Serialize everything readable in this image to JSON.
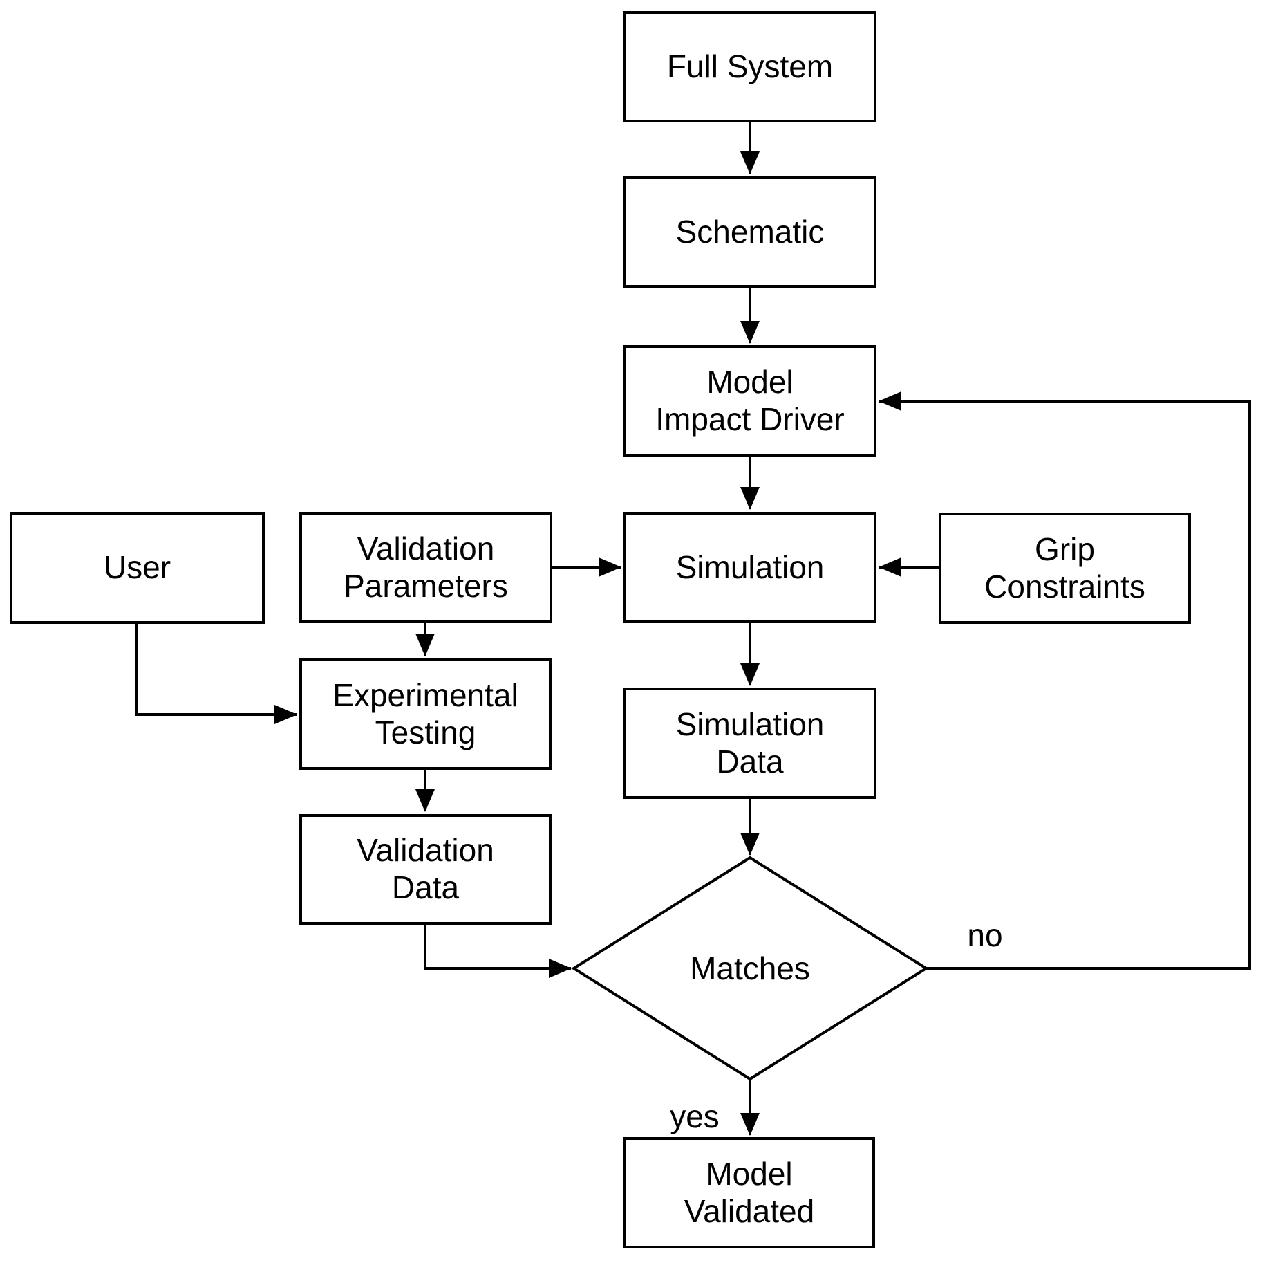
{
  "diagram": {
    "type": "flowchart",
    "background_color": "#ffffff",
    "stroke_color": "#000000",
    "node_fill_color": "#ffffff",
    "nodes": {
      "full_system": {
        "label": "Full System",
        "shape": "rectangle"
      },
      "schematic": {
        "label": "Schematic",
        "shape": "rectangle"
      },
      "model_impact_driver": {
        "label": "Model\nImpact Driver",
        "shape": "rectangle"
      },
      "validation_parameters": {
        "label": "Validation\nParameters",
        "shape": "rectangle"
      },
      "simulation": {
        "label": "Simulation",
        "shape": "rectangle"
      },
      "grip_constraints": {
        "label": "Grip\nConstraints",
        "shape": "rectangle"
      },
      "user": {
        "label": "User",
        "shape": "rectangle"
      },
      "experimental_testing": {
        "label": "Experimental\nTesting",
        "shape": "rectangle"
      },
      "simulation_data": {
        "label": "Simulation\nData",
        "shape": "rectangle"
      },
      "validation_data": {
        "label": "Validation\nData",
        "shape": "rectangle"
      },
      "matches": {
        "label": "Matches",
        "shape": "diamond"
      },
      "model_validated": {
        "label": "Model\nValidated",
        "shape": "rectangle"
      }
    },
    "edges": [
      {
        "from": "full_system",
        "to": "schematic",
        "label": ""
      },
      {
        "from": "schematic",
        "to": "model_impact_driver",
        "label": ""
      },
      {
        "from": "model_impact_driver",
        "to": "simulation",
        "label": ""
      },
      {
        "from": "validation_parameters",
        "to": "simulation",
        "label": ""
      },
      {
        "from": "grip_constraints",
        "to": "simulation",
        "label": ""
      },
      {
        "from": "simulation",
        "to": "simulation_data",
        "label": ""
      },
      {
        "from": "simulation_data",
        "to": "matches",
        "label": ""
      },
      {
        "from": "validation_parameters",
        "to": "experimental_testing",
        "label": ""
      },
      {
        "from": "user",
        "to": "experimental_testing",
        "label": ""
      },
      {
        "from": "experimental_testing",
        "to": "validation_data",
        "label": ""
      },
      {
        "from": "validation_data",
        "to": "matches",
        "label": ""
      },
      {
        "from": "matches",
        "to": "model_impact_driver",
        "label": "no"
      },
      {
        "from": "matches",
        "to": "model_validated",
        "label": "yes"
      }
    ]
  }
}
